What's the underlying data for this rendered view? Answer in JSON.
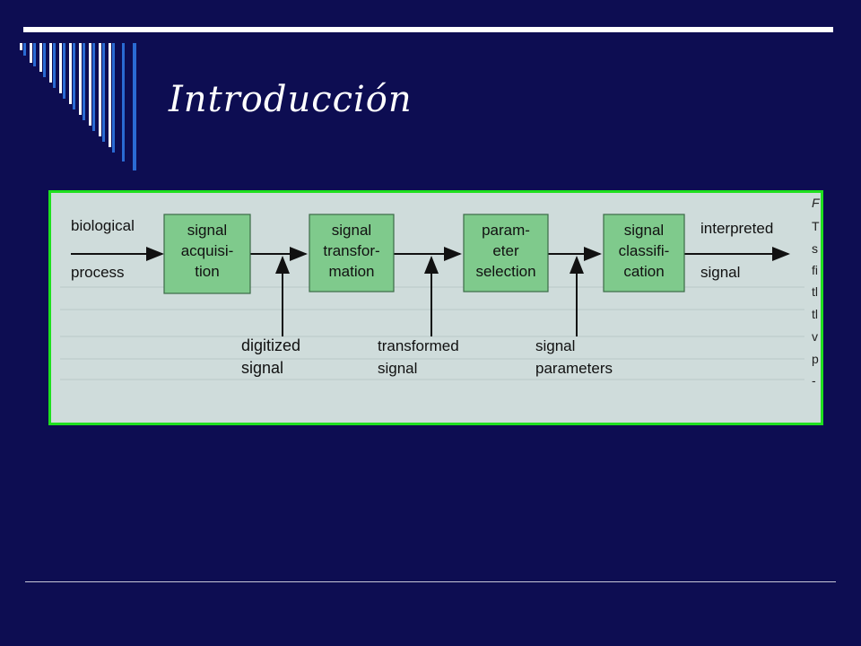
{
  "slide": {
    "title": "Introducción"
  },
  "diagram": {
    "input_label_line1": "biological",
    "input_label_line2": "process",
    "output_label_line1": "interpreted",
    "output_label_line2": "signal",
    "blocks": [
      {
        "lines": [
          "signal",
          "acquisi-",
          "tion"
        ]
      },
      {
        "lines": [
          "signal",
          "transfor-",
          "mation"
        ]
      },
      {
        "lines": [
          "param-",
          "eter",
          "selection"
        ]
      },
      {
        "lines": [
          "signal",
          "classifi-",
          "cation"
        ]
      }
    ],
    "intermediate_labels": [
      {
        "lines": [
          "digitized",
          "signal"
        ]
      },
      {
        "lines": [
          "transformed",
          "signal"
        ]
      },
      {
        "lines": [
          "signal",
          "parameters"
        ]
      }
    ],
    "margin_letters": [
      "F",
      "T",
      "s",
      "fi",
      "tl",
      "tl",
      "v",
      "p",
      "-"
    ]
  },
  "colors": {
    "background": "#0d0d52",
    "frame": "#1fe01f",
    "paper": "#cfdcdb",
    "block_fill": "#7fca8c",
    "ink": "#111111"
  }
}
